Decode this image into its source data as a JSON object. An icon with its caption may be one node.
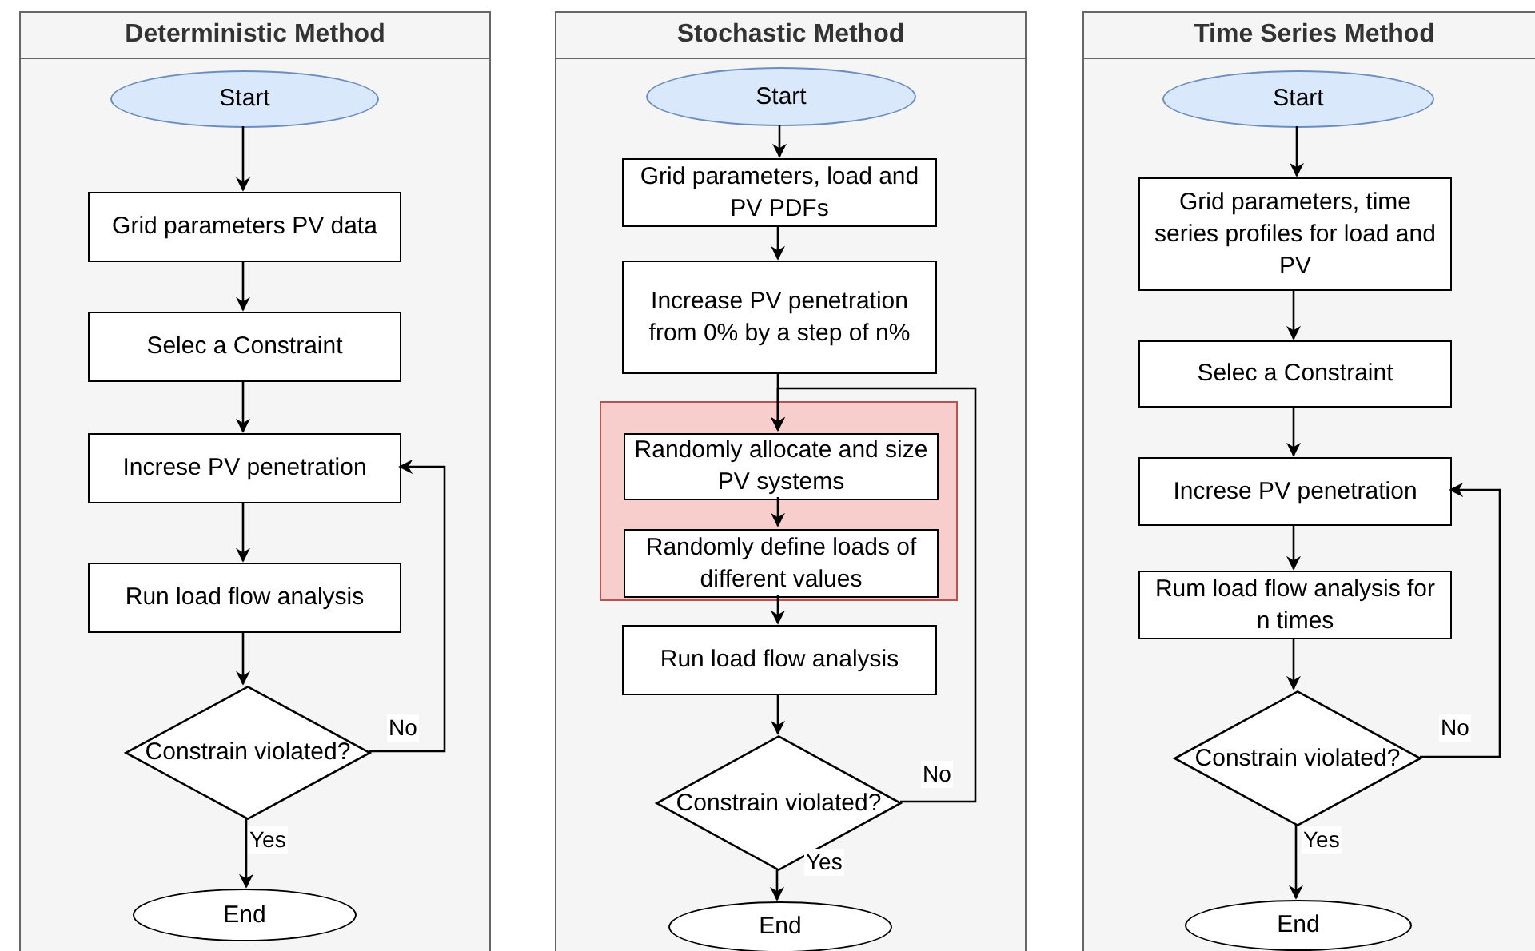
{
  "diagram": {
    "nodes": [
      {
        "text": [
          "Deterministic Method"
        ]
      },
      {
        "text": [
          "Start"
        ],
        "in": 0
      },
      {
        "text": [
          "Grid parameters PV data"
        ],
        "in": 0
      },
      {
        "text": [
          "Selec a Constraint"
        ],
        "in": 0
      },
      {
        "text": [
          "Increse PV penetration"
        ],
        "in": 0
      },
      {
        "text": [
          "Run load flow analysis"
        ],
        "in": 0
      },
      {
        "text": [
          "Constrain violated?"
        ],
        "in": 0
      },
      {
        "text": [
          "End"
        ],
        "in": 0
      },
      {
        "text": [
          "Stochastic Method"
        ]
      },
      {
        "text": [
          "Start"
        ],
        "in": 8
      },
      {
        "text": [
          "Grid parameters, load and PV PDFs"
        ],
        "in": 8
      },
      {
        "text": [
          "Increase PV penetration from 0% by a step of n%"
        ],
        "in": 8
      },
      {
        "text": [],
        "shape": "box",
        "in": 8
      },
      {
        "text": [
          "Randomly allocate and size PV systems"
        ],
        "in": 12
      },
      {
        "text": [
          "Randomly define loads of different values"
        ],
        "in": 12
      },
      {
        "text": [
          "Run load flow analysis"
        ],
        "in": 8
      },
      {
        "text": [
          "Constrain violated?"
        ],
        "in": 8
      },
      {
        "text": [
          "End"
        ],
        "in": 8
      },
      {
        "text": [
          "Time Series Method"
        ]
      },
      {
        "text": [
          "Start"
        ],
        "in": 18
      },
      {
        "text": [
          "Grid parameters, time series profiles for load and PV"
        ],
        "in": 18
      },
      {
        "text": [
          "Selec a Constraint"
        ],
        "in": 18
      },
      {
        "text": [
          "Increse PV penetration"
        ],
        "in": 18
      },
      {
        "text": [
          "Rum load flow analysis for n times"
        ],
        "in": 18
      },
      {
        "text": [
          "Constrain violated?"
        ],
        "in": 18
      },
      {
        "text": [
          "End"
        ],
        "in": 18
      }
    ],
    "edges": [
      {
        "from": 1,
        "to": 2,
        "arrow": "to"
      },
      {
        "from": 2,
        "to": 3,
        "arrow": "to"
      },
      {
        "from": 3,
        "to": 4,
        "arrow": "to"
      },
      {
        "from": 4,
        "to": 5,
        "arrow": "to"
      },
      {
        "from": 5,
        "to": 6,
        "arrow": "to"
      },
      {
        "from": 6,
        "to": 7,
        "arrow": "to",
        "label": "Yes"
      },
      {
        "from": 6,
        "to": 4,
        "arrow": "to",
        "label": "No"
      },
      {
        "from": 9,
        "to": 10,
        "arrow": "to"
      },
      {
        "from": 10,
        "to": 11,
        "arrow": "to"
      },
      {
        "from": 11,
        "to": 13,
        "arrow": "to"
      },
      {
        "from": 13,
        "to": 14,
        "arrow": "to"
      },
      {
        "from": 14,
        "to": 15,
        "arrow": "to"
      },
      {
        "from": 15,
        "to": 16,
        "arrow": "to"
      },
      {
        "from": 16,
        "to": 17,
        "arrow": "to",
        "label": "Yes"
      },
      {
        "from": 16,
        "to": 13,
        "arrow": "to",
        "label": "No"
      },
      {
        "from": 19,
        "to": 20,
        "arrow": "to"
      },
      {
        "from": 20,
        "to": 21,
        "arrow": "to"
      },
      {
        "from": 21,
        "to": 22,
        "arrow": "to"
      },
      {
        "from": 22,
        "to": 23,
        "arrow": "to"
      },
      {
        "from": 23,
        "to": 24,
        "arrow": "to"
      },
      {
        "from": 24,
        "to": 25,
        "arrow": "to",
        "label": "Yes"
      },
      {
        "from": 24,
        "to": 22,
        "arrow": "to",
        "label": "No"
      }
    ]
  }
}
